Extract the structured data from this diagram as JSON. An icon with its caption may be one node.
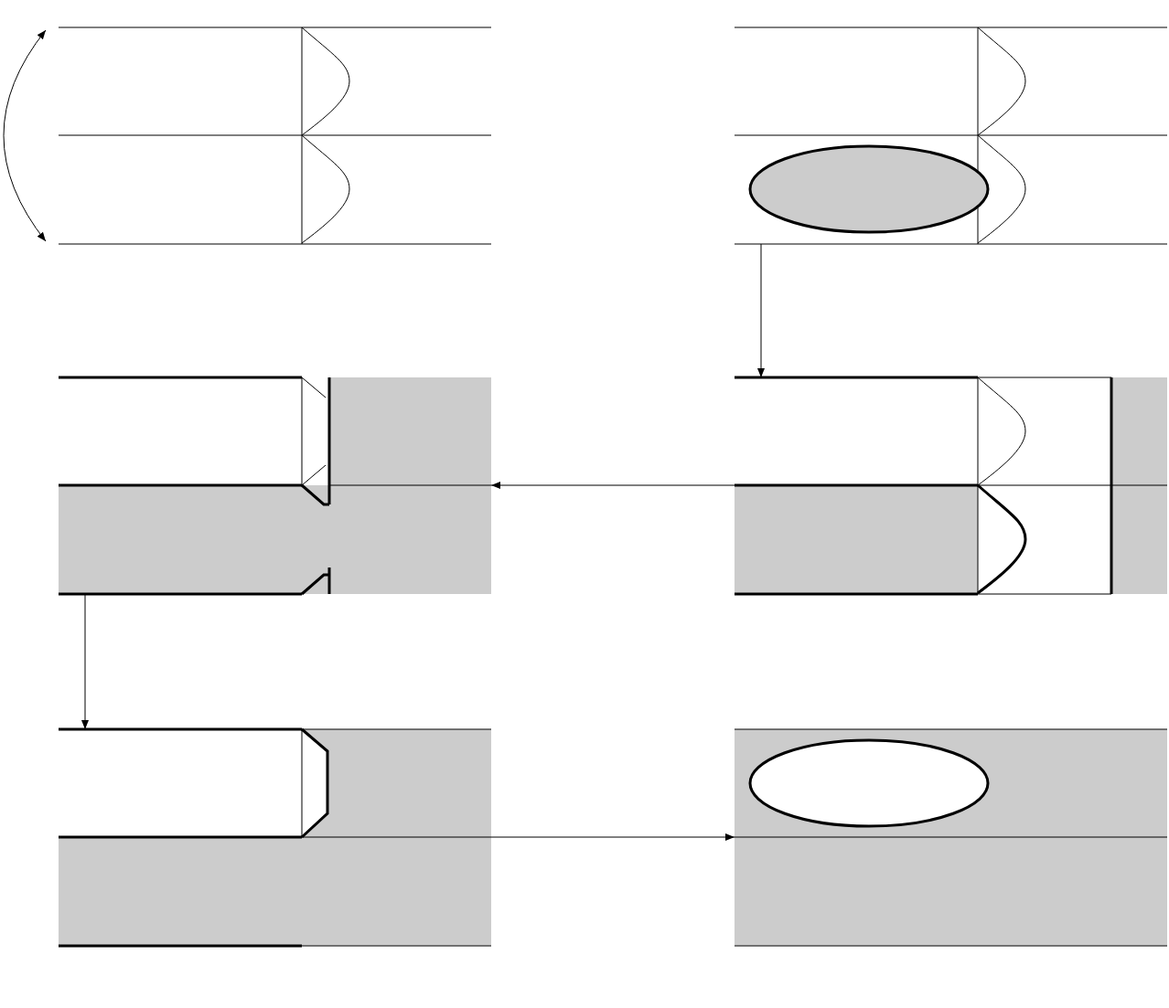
{
  "diagram": {
    "nodes": [
      {
        "text": [],
        "shape": "picture"
      },
      {
        "text": [],
        "shape": "picture"
      },
      {
        "text": [],
        "shape": "picture"
      },
      {
        "text": [],
        "shape": "picture"
      },
      {
        "text": [],
        "shape": "picture"
      },
      {
        "text": [],
        "shape": "picture"
      }
    ],
    "edges": [
      {
        "from": 1,
        "to": 3,
        "arrow": "to"
      },
      {
        "from": 3,
        "to": 2,
        "arrow": "to"
      },
      {
        "from": 2,
        "to": 4,
        "arrow": "to"
      },
      {
        "from": 4,
        "to": 5,
        "arrow": "to"
      }
    ]
  }
}
